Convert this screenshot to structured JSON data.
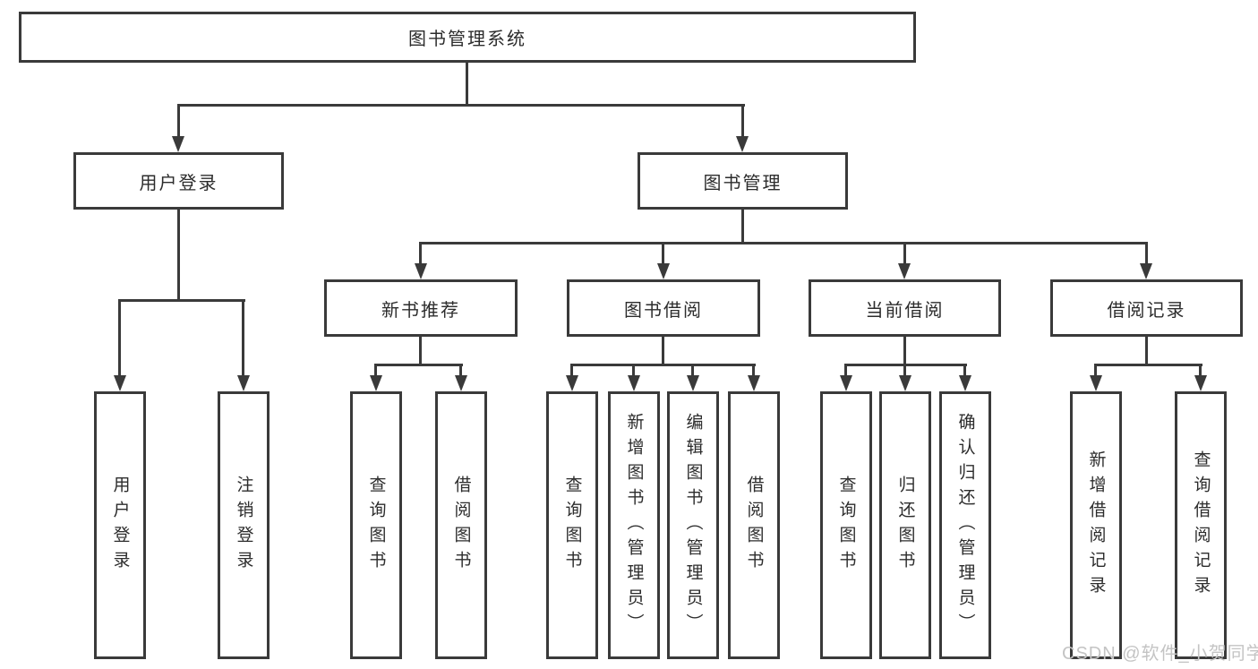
{
  "tree": {
    "label": "图书管理系统",
    "children": [
      {
        "label": "用户登录",
        "children": [
          {
            "label": "用户登录"
          },
          {
            "label": "注销登录"
          }
        ]
      },
      {
        "label": "图书管理",
        "children": [
          {
            "label": "新书推荐",
            "children": [
              {
                "label": "查询图书"
              },
              {
                "label": "借阅图书"
              }
            ]
          },
          {
            "label": "图书借阅",
            "children": [
              {
                "label": "查询图书"
              },
              {
                "label": "新增图书（管理员）"
              },
              {
                "label": "编辑图书（管理员）"
              },
              {
                "label": "借阅图书"
              }
            ]
          },
          {
            "label": "当前借阅",
            "children": [
              {
                "label": "查询图书"
              },
              {
                "label": "归还图书"
              },
              {
                "label": "确认归还（管理员）"
              }
            ]
          },
          {
            "label": "借阅记录",
            "children": [
              {
                "label": "新增借阅记录"
              },
              {
                "label": "查询借阅记录"
              }
            ]
          }
        ]
      }
    ]
  },
  "watermark": {
    "text": "CSDN @软件_小贺同学"
  },
  "colors": {
    "line": "#3a3a3a",
    "text": "#2c2c2c",
    "watermark": "#c4c4c4",
    "background": "#ffffff"
  }
}
